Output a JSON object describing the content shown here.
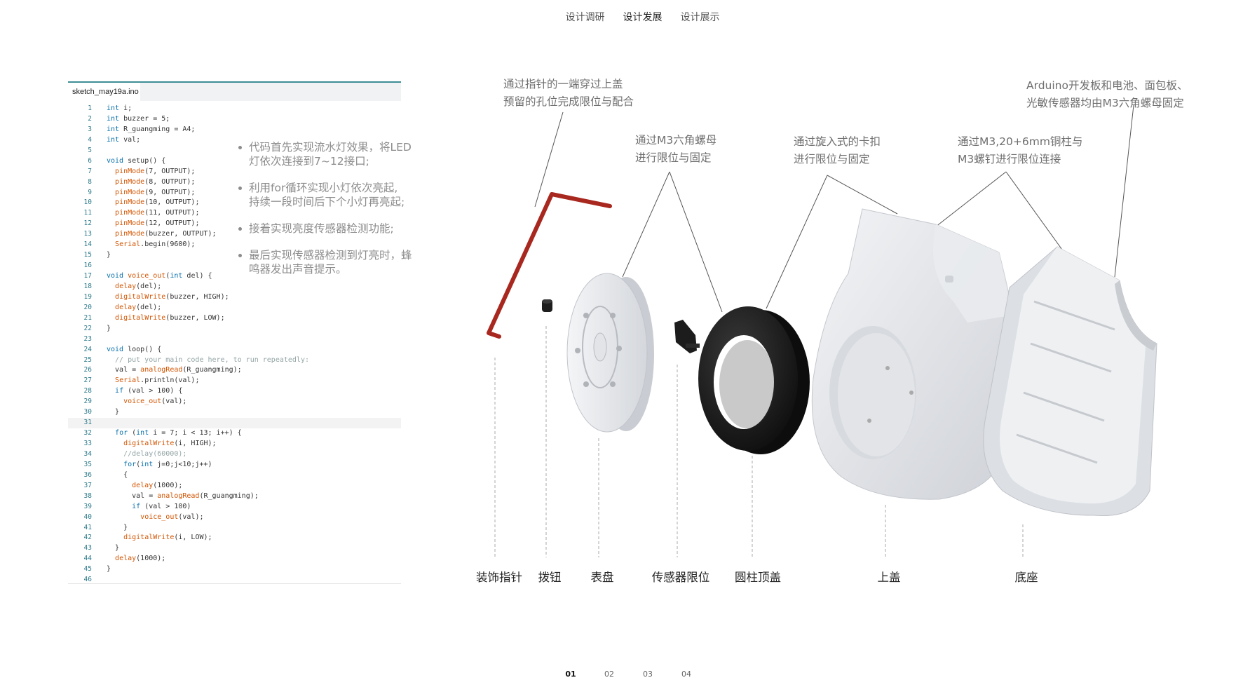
{
  "nav": {
    "items": [
      {
        "label": "设计调研",
        "active": false
      },
      {
        "label": "设计发展",
        "active": true
      },
      {
        "label": "设计展示",
        "active": false
      }
    ]
  },
  "editor": {
    "tab_label": "sketch_may19a.ino",
    "current_line": 31,
    "lines": [
      "int i;",
      "int buzzer = 5;",
      "int R_guangming = A4;",
      "int val;",
      "",
      "void setup() {",
      "  pinMode(7, OUTPUT);",
      "  pinMode(8, OUTPUT);",
      "  pinMode(9, OUTPUT);",
      "  pinMode(10, OUTPUT);",
      "  pinMode(11, OUTPUT);",
      "  pinMode(12, OUTPUT);",
      "  pinMode(buzzer, OUTPUT);",
      "  Serial.begin(9600);",
      "}",
      "",
      "void voice_out(int del) {",
      "  delay(del);",
      "  digitalWrite(buzzer, HIGH);",
      "  delay(del);",
      "  digitalWrite(buzzer, LOW);",
      "}",
      "",
      "void loop() {",
      "  // put your main code here, to run repeatedly:",
      "  val = analogRead(R_guangming);",
      "  Serial.println(val);",
      "  if (val > 100) {",
      "    voice_out(val);",
      "  }",
      "",
      "  for (int i = 7; i < 13; i++) {",
      "    digitalWrite(i, HIGH);",
      "    //delay(60000);",
      "    for(int j=0;j<10;j++)",
      "    {",
      "      delay(1000);",
      "      val = analogRead(R_guangming);",
      "      if (val > 100)",
      "        voice_out(val);",
      "    }",
      "    digitalWrite(i, LOW);",
      "  }",
      "  delay(1000);",
      "}",
      ""
    ]
  },
  "bullets": [
    [
      "代码首先实现流水灯效果，将LED",
      "灯依次连接到7~12接口;"
    ],
    [
      "利用for循环实现小灯依次亮起,",
      "持续一段时间后下个小灯再亮起;"
    ],
    [
      "接着实现亮度传感器检测功能;"
    ],
    [
      "最后实现传感器检测到灯亮时，蜂",
      "鸣器发出声音提示。"
    ]
  ],
  "notes": [
    {
      "id": "pointer",
      "lines": [
        "通过指针的一端穿过上盖",
        "预留的孔位完成限位与配合"
      ]
    },
    {
      "id": "nut",
      "lines": [
        "通过M3六角螺母",
        "进行限位与固定"
      ]
    },
    {
      "id": "clip",
      "lines": [
        "通过旋入式的卡扣",
        "进行限位与固定"
      ]
    },
    {
      "id": "standoff",
      "lines": [
        "通过M3,20+6mm铜柱与",
        "M3螺钉进行限位连接"
      ]
    },
    {
      "id": "arduino",
      "lines": [
        "Arduino开发板和电池、面包板、",
        "光敏传感器均由M3六角螺母固定"
      ]
    }
  ],
  "parts": [
    {
      "id": "pointer",
      "label": "装饰指针"
    },
    {
      "id": "knob",
      "label": "拨钮"
    },
    {
      "id": "dial",
      "label": "表盘"
    },
    {
      "id": "sensor-stop",
      "label": "传感器限位"
    },
    {
      "id": "cylinder-cap",
      "label": "圆柱顶盖"
    },
    {
      "id": "top-cover",
      "label": "上盖"
    },
    {
      "id": "base",
      "label": "底座"
    }
  ],
  "colors": {
    "pointer": "#a8281f",
    "ring": "#1b1b1b",
    "shell": "#e4e6ea",
    "accent": "#3d8e95"
  },
  "pagination": {
    "pages": [
      "01",
      "02",
      "03",
      "04"
    ],
    "active": 0
  }
}
